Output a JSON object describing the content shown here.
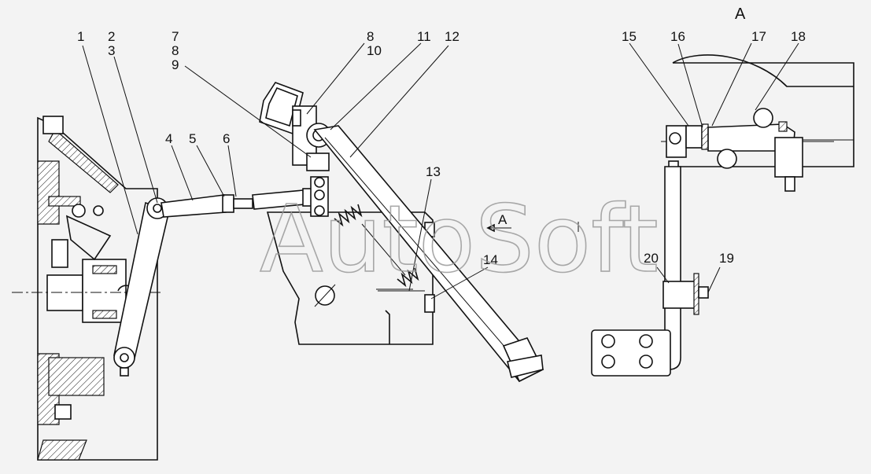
{
  "view_title": "A",
  "view_arrow_label": "A",
  "watermark": "AutoSoft",
  "callouts": [
    {
      "id": "1",
      "text": "1"
    },
    {
      "id": "2",
      "text": "2"
    },
    {
      "id": "3",
      "text": "3"
    },
    {
      "id": "4",
      "text": "4"
    },
    {
      "id": "5",
      "text": "5"
    },
    {
      "id": "6",
      "text": "6"
    },
    {
      "id": "7",
      "text": "7"
    },
    {
      "id": "8a",
      "text": "8"
    },
    {
      "id": "9",
      "text": "9"
    },
    {
      "id": "8b",
      "text": "8"
    },
    {
      "id": "10",
      "text": "10"
    },
    {
      "id": "11",
      "text": "11"
    },
    {
      "id": "12",
      "text": "12"
    },
    {
      "id": "13",
      "text": "13"
    },
    {
      "id": "14",
      "text": "14"
    },
    {
      "id": "15",
      "text": "15"
    },
    {
      "id": "16",
      "text": "16"
    },
    {
      "id": "17",
      "text": "17"
    },
    {
      "id": "18",
      "text": "18"
    },
    {
      "id": "19",
      "text": "19"
    },
    {
      "id": "20",
      "text": "20"
    }
  ]
}
